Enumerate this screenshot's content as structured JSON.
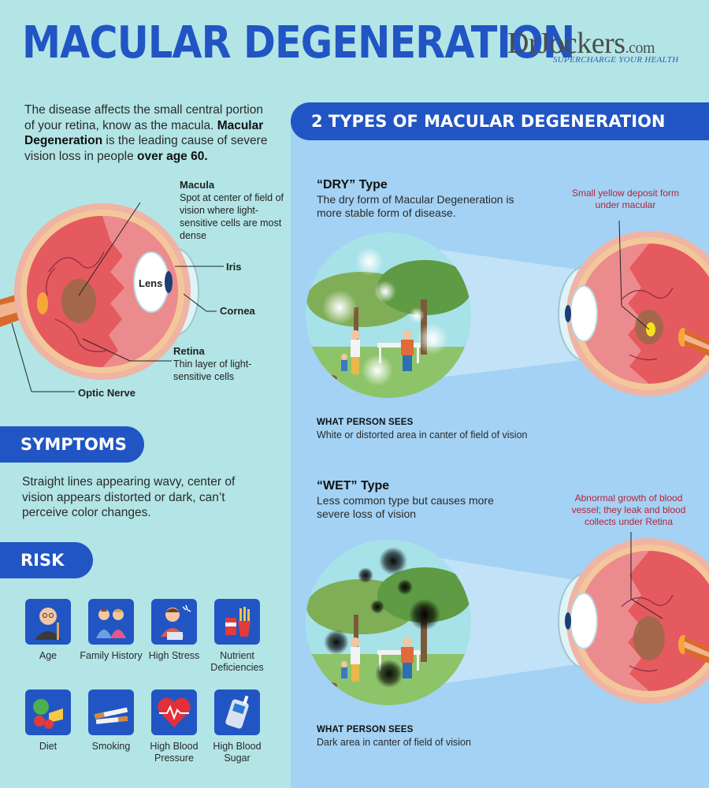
{
  "title": "MACULAR DEGENERATION",
  "logo": {
    "main": "DrJockers",
    "com": ".com",
    "tagline": "SUPERCHARGE YOUR HEALTH"
  },
  "intro": {
    "part1": "The disease affects the small central portion of your retina, know as the macula. ",
    "bold1": "Macular Degeneration",
    "part2": " is the leading cause of severe vision loss in people ",
    "bold2": "over age 60."
  },
  "eye_labels": {
    "macula_title": "Macula",
    "macula_desc": "Spot at center of field of vision where light-sensitive cells are most dense",
    "lens": "Lens",
    "iris": "Iris",
    "cornea": "Cornea",
    "retina_title": "Retina",
    "retina_desc": "Thin layer of light-sensitive cells",
    "optic_nerve": "Optic Nerve"
  },
  "symptoms": {
    "heading": "SYMPTOMS",
    "text": "Straight lines appearing wavy, center of vision appears  distorted or dark, can’t perceive color changes."
  },
  "risk": {
    "heading": "RISK",
    "items": [
      {
        "label": "Age",
        "icon": "age-icon"
      },
      {
        "label": "Family History",
        "icon": "family-history-icon"
      },
      {
        "label": "High Stress",
        "icon": "stress-icon"
      },
      {
        "label": "Nutrient Deficiencies",
        "icon": "nutrient-icon"
      },
      {
        "label": "Diet",
        "icon": "diet-icon"
      },
      {
        "label": "Smoking",
        "icon": "smoking-icon"
      },
      {
        "label": "High Blood Pressure",
        "icon": "blood-pressure-icon"
      },
      {
        "label": "High Blood Sugar",
        "icon": "blood-sugar-icon"
      }
    ]
  },
  "types": {
    "heading": "2 TYPES OF MACULAR DEGENERATION",
    "dry": {
      "title": "“DRY” Type",
      "desc": "The dry form of Macular Degeneration is more stable form of disease.",
      "note": "Small yellow deposit form under macular",
      "sees_heading": "WHAT PERSON SEES",
      "sees_desc": "White or distorted area in canter of field of vision"
    },
    "wet": {
      "title": "“WET” Type",
      "desc": "Less common type but causes more severe loss of vision",
      "note": "Abnormal growth of blood vessel; they leak and blood collects under Retina",
      "sees_heading": "WHAT PERSON SEES",
      "sees_desc": "Dark area in canter of field of vision"
    }
  },
  "colors": {
    "accent": "#2155c4",
    "background": "#b3e5e6",
    "panel": "#a3d2f4",
    "note": "#b5233a"
  }
}
